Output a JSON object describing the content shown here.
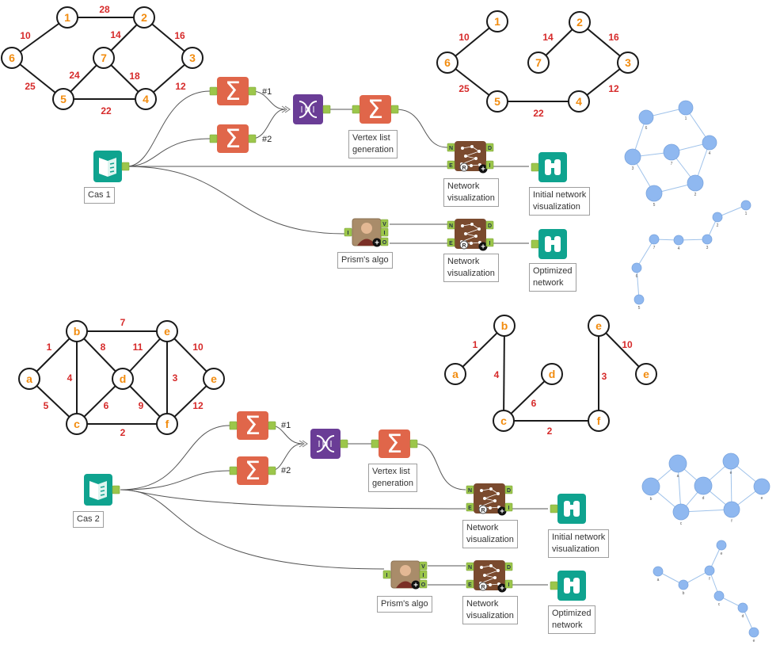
{
  "colors": {
    "node_label": "#f28c0f",
    "edge_weight": "#d62a2a",
    "edge": "#1a1a1a",
    "sum_tool": "#e0664a",
    "dna_tool": "#6a3d96",
    "book_tool": "#0fa38f",
    "net_tool": "#7a4a2e",
    "browse_tool": "#0fa38f",
    "anchor": "#9cc64b",
    "viz_node": "#8fb8f0",
    "viz_edge": "#9fc2ea"
  },
  "case1": {
    "input_label": "Cas 1",
    "sum_out_1": "#1",
    "sum_out_2": "#2",
    "vertex_label": "Vertex list\ngeneration",
    "net_label_1": "Network\nvisualization",
    "net_label_2": "Network\nvisualization",
    "browse_label_1": "Initial network\nvisualization",
    "browse_label_2": "Optimized\nnetwork",
    "prim_label": "Prism's algo",
    "full_graph": {
      "nodes": [
        "1",
        "2",
        "3",
        "4",
        "5",
        "6",
        "7"
      ],
      "edges": [
        {
          "a": "1",
          "b": "2",
          "w": "28"
        },
        {
          "a": "1",
          "b": "6",
          "w": "10"
        },
        {
          "a": "2",
          "b": "7",
          "w": "14"
        },
        {
          "a": "2",
          "b": "3",
          "w": "16"
        },
        {
          "a": "6",
          "b": "5",
          "w": "25"
        },
        {
          "a": "7",
          "b": "5",
          "w": "24"
        },
        {
          "a": "7",
          "b": "4",
          "w": "18"
        },
        {
          "a": "3",
          "b": "4",
          "w": "12"
        },
        {
          "a": "5",
          "b": "4",
          "w": "22"
        }
      ]
    },
    "mst_graph": {
      "nodes": [
        "1",
        "2",
        "3",
        "4",
        "5",
        "6",
        "7"
      ],
      "edges": [
        {
          "a": "1",
          "b": "6",
          "w": "10"
        },
        {
          "a": "2",
          "b": "7",
          "w": "14"
        },
        {
          "a": "2",
          "b": "3",
          "w": "16"
        },
        {
          "a": "6",
          "b": "5",
          "w": "25"
        },
        {
          "a": "3",
          "b": "4",
          "w": "12"
        },
        {
          "a": "5",
          "b": "4",
          "w": "22"
        }
      ]
    }
  },
  "case2": {
    "input_label": "Cas 2",
    "sum_out_1": "#1",
    "sum_out_2": "#2",
    "vertex_label": "Vertex list\ngeneration",
    "net_label_1": "Network\nvisualization",
    "net_label_2": "Network\nvisualization",
    "browse_label_1": "Initial network\nvisualization",
    "browse_label_2": "Optimized\nnetwork",
    "prim_label": "Prism's algo",
    "full_graph": {
      "nodes": [
        "a",
        "b",
        "c",
        "d",
        "e",
        "f",
        "e"
      ],
      "edges": [
        {
          "a": "b",
          "b": "e",
          "w": "7"
        },
        {
          "a": "a",
          "b": "b",
          "w": "1"
        },
        {
          "a": "b",
          "b": "d",
          "w": "8"
        },
        {
          "a": "d",
          "b": "e",
          "w": "11"
        },
        {
          "a": "e",
          "b": "e2",
          "w": "10"
        },
        {
          "a": "b",
          "b": "c",
          "w": "4"
        },
        {
          "a": "e",
          "b": "f",
          "w": "3"
        },
        {
          "a": "a",
          "b": "c",
          "w": "5"
        },
        {
          "a": "c",
          "b": "d",
          "w": "6"
        },
        {
          "a": "d",
          "b": "f",
          "w": "9"
        },
        {
          "a": "e2",
          "b": "f",
          "w": "12"
        },
        {
          "a": "c",
          "b": "f",
          "w": "2"
        }
      ]
    },
    "mst_graph": {
      "nodes": [
        "a",
        "b",
        "c",
        "d",
        "e",
        "f",
        "e"
      ],
      "edges": [
        {
          "a": "a",
          "b": "b",
          "w": "1"
        },
        {
          "a": "b",
          "b": "c",
          "w": "4"
        },
        {
          "a": "c",
          "b": "d",
          "w": "6"
        },
        {
          "a": "c",
          "b": "f",
          "w": "2"
        },
        {
          "a": "e",
          "b": "f",
          "w": "3"
        },
        {
          "a": "e",
          "b": "e2",
          "w": "10"
        }
      ]
    }
  },
  "anchors": {
    "input": "I",
    "vertex": "V",
    "output": "O",
    "nodes": "N",
    "edges": "E",
    "data": "D",
    "interactive": "I"
  },
  "viz_labels": {
    "c1_initial": [
      "6",
      "1",
      "3",
      "7",
      "5",
      "4",
      "2"
    ],
    "c1_opt": [
      "7",
      "4",
      "3",
      "2",
      "1",
      "6",
      "5"
    ],
    "c2_initial": [
      "a",
      "b",
      "c",
      "d",
      "e",
      "f",
      "e"
    ],
    "c2_opt": [
      "e",
      "f",
      "b",
      "a",
      "c",
      "d",
      "e"
    ]
  }
}
